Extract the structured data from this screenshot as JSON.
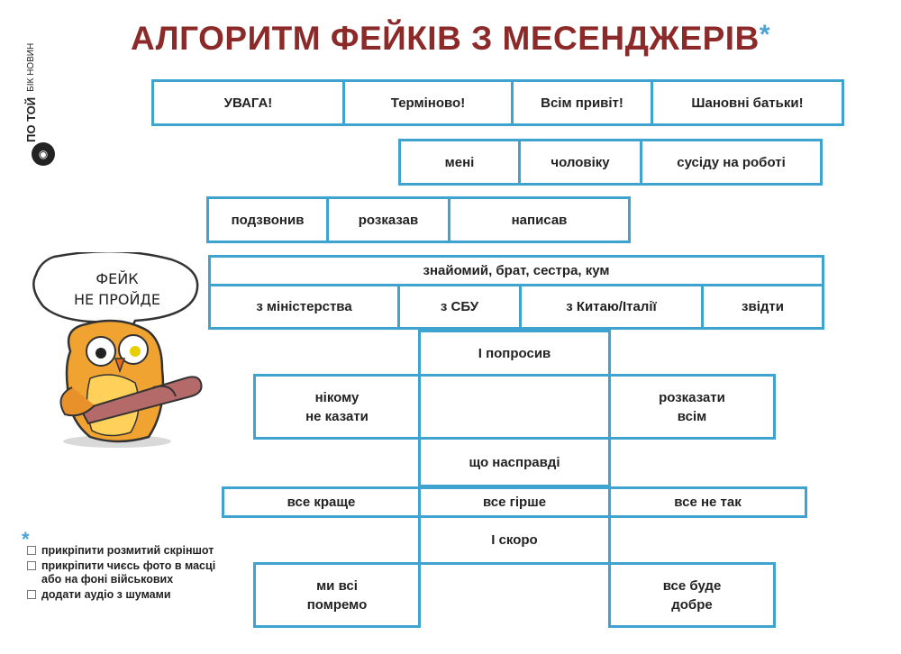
{
  "title": "АЛГОРИТМ ФЕЙКІВ З МЕСЕНДЖЕРІВ",
  "title_star": "*",
  "brand": {
    "main": "ПО ТОЙ",
    "sub": "БІК НОВИН"
  },
  "speech_bubble": [
    "ФЕЙК",
    "НЕ ПРОЙДЕ"
  ],
  "rows": {
    "greetings": [
      "УВАГА!",
      "Терміново!",
      "Всім привіт!",
      "Шановні батьки!"
    ],
    "recipients": [
      "мені",
      "чоловіку",
      "сусіду на роботі"
    ],
    "actions": [
      "подзвонив",
      "розказав",
      "написав"
    ],
    "source_people": "знайомий, брат, сестра, кум",
    "sources": [
      "з міністерства",
      "з СБУ",
      "з Китаю/Італії",
      "звідти"
    ],
    "asked": "І попросив",
    "tell": [
      "нікому\nне казати",
      "розказати\nвсім"
    ],
    "truth": "що насправді",
    "states": [
      "все краще",
      "все гірше",
      "все не так"
    ],
    "soon": "І скоро",
    "outcomes": [
      "ми всі\nпомремо",
      "все буде\nдобре"
    ]
  },
  "footnote_star": "*",
  "footnotes": [
    "прикріпити розмитий скріншот",
    "прикріпити чиєсь фото в масці або на фоні військових",
    "додати аудіо з шумами"
  ],
  "colors": {
    "title": "#8c2a2a",
    "border": "#3fa3cf",
    "accent": "#4aa3d8"
  }
}
